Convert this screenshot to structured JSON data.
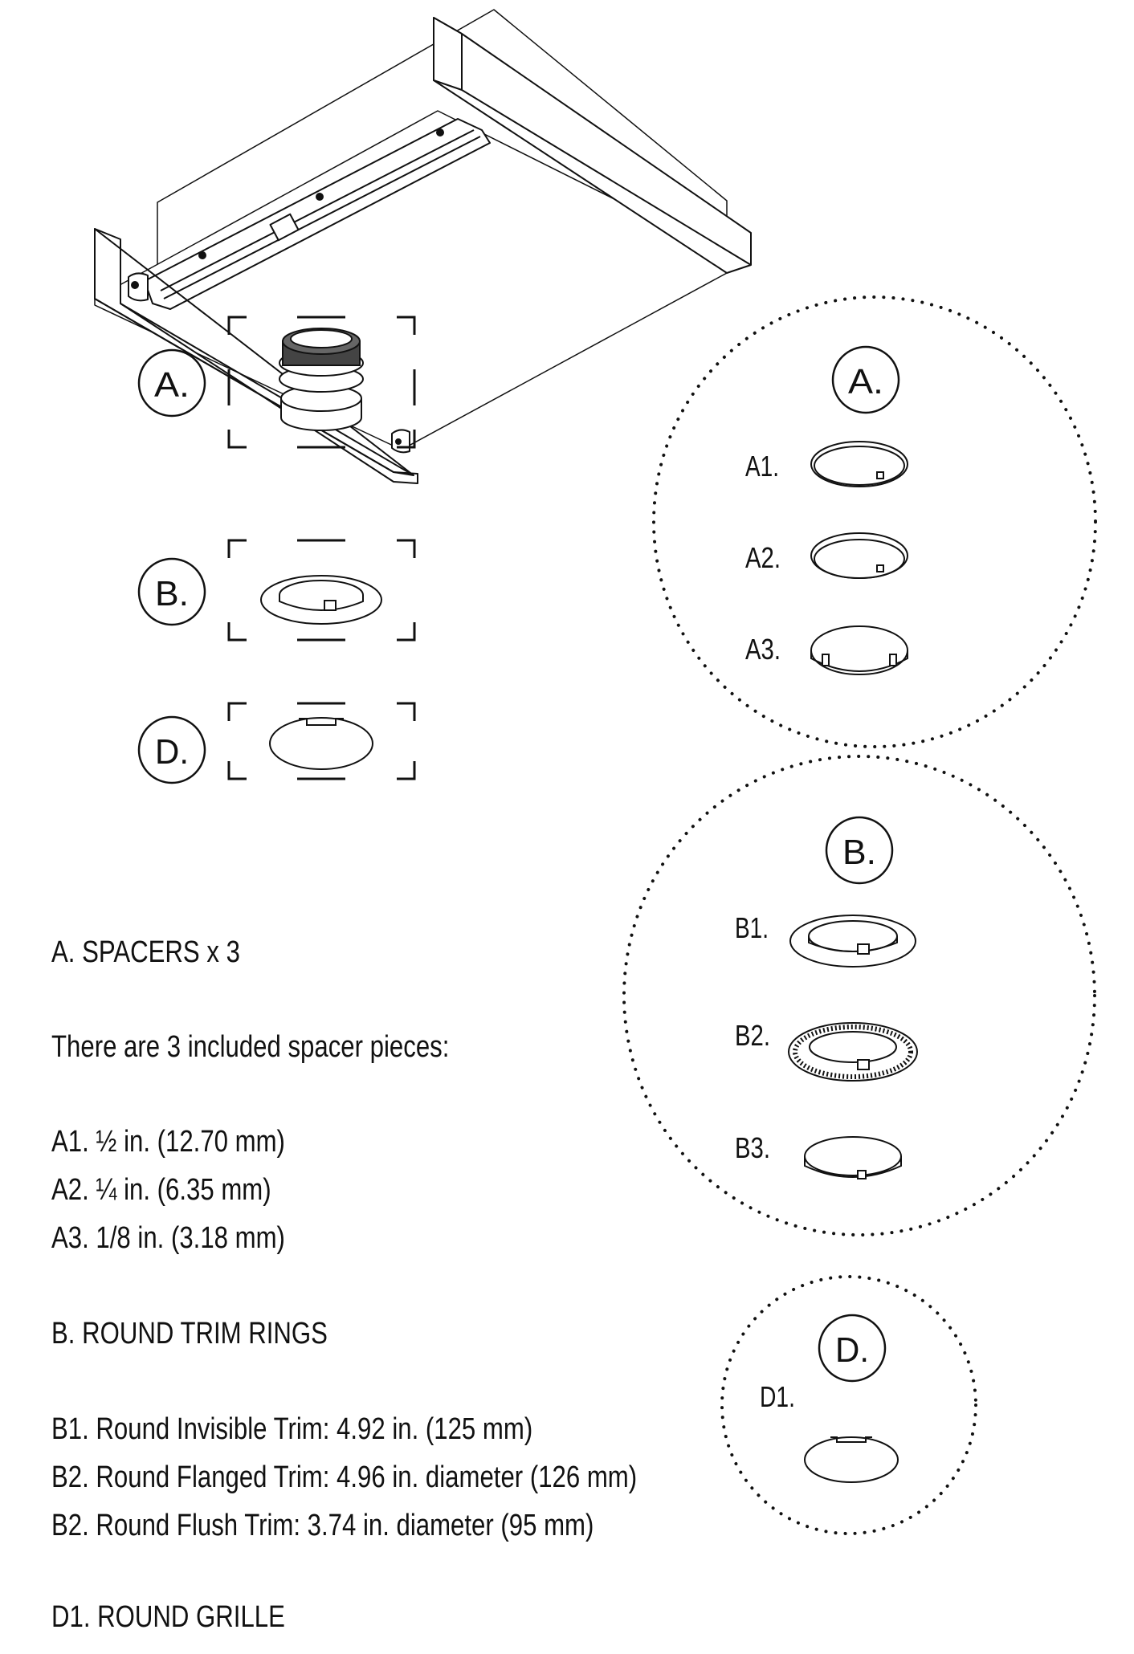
{
  "callouts": {
    "a": "A.",
    "b": "B.",
    "d": "D."
  },
  "panels": {
    "a": {
      "title": "A.",
      "items": [
        "A1.",
        "A2.",
        "A3."
      ]
    },
    "b": {
      "title": "B.",
      "items": [
        "B1.",
        "B2.",
        "B3."
      ]
    },
    "d": {
      "title": "D.",
      "items": [
        "D1."
      ]
    }
  },
  "text": {
    "spacers_heading": "A. SPACERS x 3",
    "spacers_intro": "There are 3 included spacer pieces:",
    "a1": "A1. ½ in. (12.70 mm)",
    "a2": "A2. ¼ in. (6.35 mm)",
    "a3": "A3. 1/8  in. (3.18 mm)",
    "trim_heading": "B. ROUND TRIM RINGS",
    "b1": "B1. Round Invisible Trim: 4.92 in. (125 mm)",
    "b2": "B2. Round Flanged Trim: 4.96 in. diameter (126 mm)",
    "b3": "B2. Round Flush Trim: 3.74 in. diameter (95 mm)",
    "grille_heading": "D1. ROUND GRILLE"
  }
}
